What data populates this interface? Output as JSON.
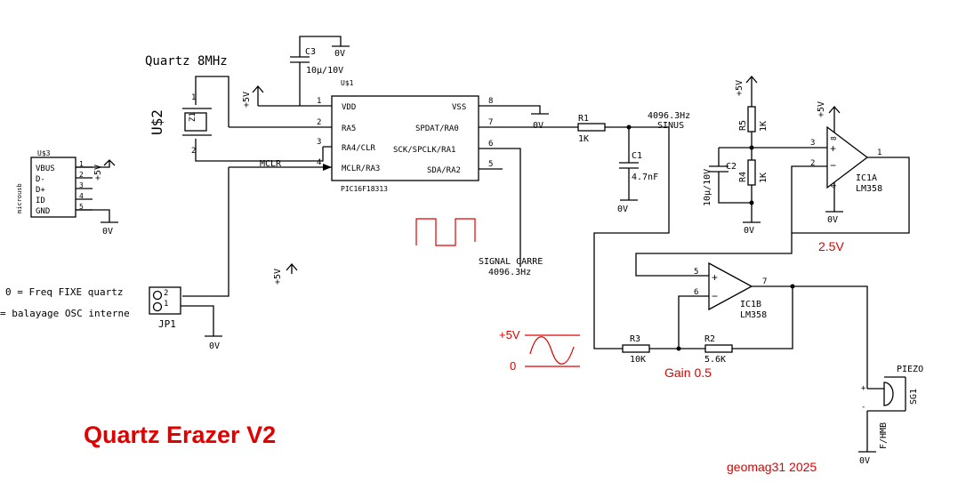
{
  "title": "Quartz Erazer V2",
  "author": "geomag31 2025",
  "colors": {
    "annotation": "#e00000",
    "wire": "#000000",
    "background": "#ffffff"
  },
  "quartz": {
    "label": "Quartz 8MHz",
    "ref": "U$2",
    "pin1": "1",
    "pin2": "2",
    "body_text": "Z1"
  },
  "mcu": {
    "ref": "U$1",
    "part": "PIC16F18313",
    "pins": {
      "p1": "1",
      "p1_name": "VDD",
      "p2": "2",
      "p2_name": "RA5",
      "p3": "3",
      "p3_name": "RA4/CLR",
      "p4": "4",
      "p4_name": "MCLR/RA3",
      "p8": "8",
      "p8_name": "VSS",
      "p7": "7",
      "p7_name": "SPDAT/RA0",
      "p6": "6",
      "p6_name": "SCK/SPCLK/RA1",
      "p5": "5",
      "p5_name": "SDA/RA2"
    }
  },
  "c3": {
    "ref": "C3",
    "value": "10µ/10V"
  },
  "usb": {
    "ref": "U$3",
    "type": "microusb",
    "pins": [
      {
        "num": "1",
        "name": "VBUS"
      },
      {
        "num": "2",
        "name": "D-"
      },
      {
        "num": "3",
        "name": "D+"
      },
      {
        "num": "4",
        "name": "ID"
      },
      {
        "num": "5",
        "name": "GND"
      }
    ]
  },
  "nets": {
    "vcc": "+5V",
    "gnd": "0V",
    "mclr": "MCLR"
  },
  "r1": {
    "ref": "R1",
    "value": "1K"
  },
  "c1": {
    "ref": "C1",
    "value": "4.7nF"
  },
  "sine_label": {
    "freq": "4096.3Hz",
    "name": "SINUS"
  },
  "square_label": {
    "name": "SIGNAL CARRE",
    "freq": "4096.3Hz"
  },
  "r5": {
    "ref": "R5",
    "value": "1K"
  },
  "r4": {
    "ref": "R4",
    "value": "1K"
  },
  "c2": {
    "ref": "C2",
    "value": "10µ/10V"
  },
  "ic1a": {
    "ref": "IC1A",
    "part": "LM358",
    "pin_plus": "3",
    "pin_minus": "2",
    "pin_out": "1",
    "pin_v": "8",
    "pin_g": "4"
  },
  "ic1b": {
    "ref": "IC1B",
    "part": "LM358",
    "pin_plus": "5",
    "pin_minus": "6",
    "pin_out": "7"
  },
  "r3": {
    "ref": "R3",
    "value": "10K"
  },
  "r2": {
    "ref": "R2",
    "value": "5.6K"
  },
  "jp1": {
    "ref": "JP1",
    "pin1": "1",
    "pin2": "2",
    "option0": "0 = Freq FIXE quartz",
    "option1": "= balayage OSC interne"
  },
  "piezo": {
    "name": "PIEZO",
    "ref": "SG1",
    "part": "F/HMB",
    "plus": "+",
    "minus": "-"
  },
  "annotations": {
    "vref": "2.5V",
    "gain": "Gain 0.5",
    "sine_high": "+5V",
    "sine_low": "0"
  }
}
